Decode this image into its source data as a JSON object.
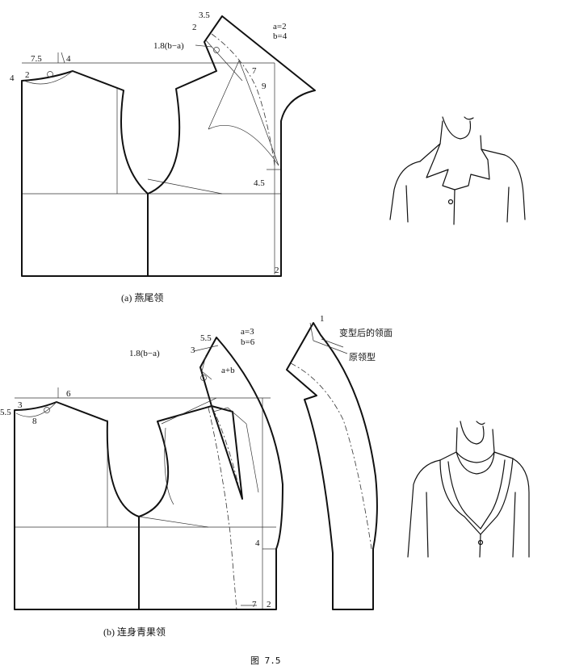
{
  "diagram_a": {
    "caption": "(a) 燕尾领",
    "params": [
      "a=2",
      "b=4"
    ],
    "labels": {
      "l_3_5": "3.5",
      "l_2_top": "2",
      "l_1_8ba": "1.8(b−a)",
      "l_7_5": "7.5",
      "l_4_neck": "4",
      "l_4_left": "4",
      "l_2_left": "2",
      "l_7": "7",
      "l_9": "9",
      "l_4_5": "4.5",
      "l_2_bottom": "2"
    }
  },
  "diagram_b": {
    "caption": "(b) 连身青果领",
    "params": [
      "a=3",
      "b=6"
    ],
    "labels": {
      "l_5_5_top": "5.5",
      "l_1_8ba": "1.8(b−a)",
      "l_3": "3",
      "l_a_plus_b": "a+b",
      "l_6": "6",
      "l_5_5_left": "5.5",
      "l_3_left": "3",
      "l_8": "8",
      "l_4": "4",
      "l_7": "7",
      "l_2": "2"
    }
  },
  "collar_comparison": {
    "l_1": "1",
    "modified_label": "变型后的领面",
    "original_label": "原领型"
  },
  "figure_caption": "图 7.5"
}
